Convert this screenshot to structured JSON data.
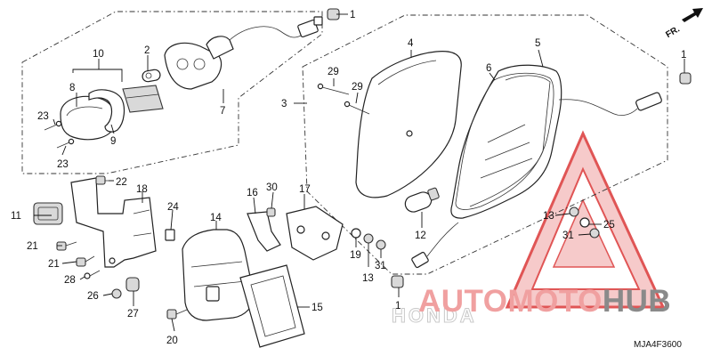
{
  "diagram": {
    "code": "MJA4F3600",
    "direction_label": "FR.",
    "watermark": {
      "brand_part1": "AUTOMOTO",
      "brand_part2": "HUB",
      "faint_logo": "HONDA"
    },
    "callouts": [
      "1",
      "1",
      "1",
      "2",
      "3",
      "4",
      "5",
      "6",
      "7",
      "8",
      "9",
      "10",
      "11",
      "12",
      "13",
      "13",
      "14",
      "15",
      "16",
      "17",
      "18",
      "19",
      "20",
      "21",
      "21",
      "22",
      "23",
      "23",
      "24",
      "25",
      "26",
      "27",
      "28",
      "29",
      "29",
      "30",
      "31",
      "31"
    ]
  }
}
